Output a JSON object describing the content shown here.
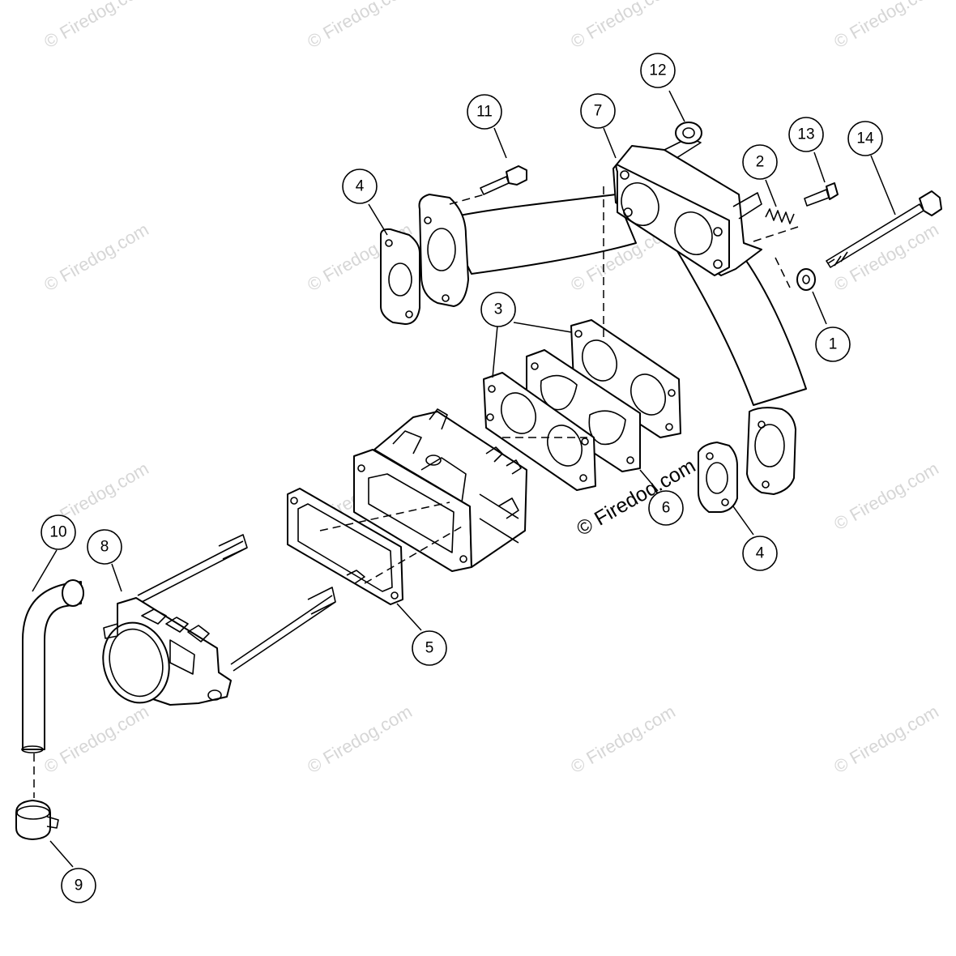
{
  "watermark_text": "© Firedog.com",
  "watermark_main_text": "© Firedog.com",
  "callouts": [
    {
      "id": "12",
      "label": "12"
    },
    {
      "id": "11",
      "label": "11"
    },
    {
      "id": "7",
      "label": "7"
    },
    {
      "id": "13",
      "label": "13"
    },
    {
      "id": "14",
      "label": "14"
    },
    {
      "id": "2",
      "label": "2"
    },
    {
      "id": "4a",
      "label": "4"
    },
    {
      "id": "1",
      "label": "1"
    },
    {
      "id": "3",
      "label": "3"
    },
    {
      "id": "6",
      "label": "6"
    },
    {
      "id": "4b",
      "label": "4"
    },
    {
      "id": "10",
      "label": "10"
    },
    {
      "id": "8",
      "label": "8"
    },
    {
      "id": "5",
      "label": "5"
    },
    {
      "id": "9",
      "label": "9"
    }
  ]
}
